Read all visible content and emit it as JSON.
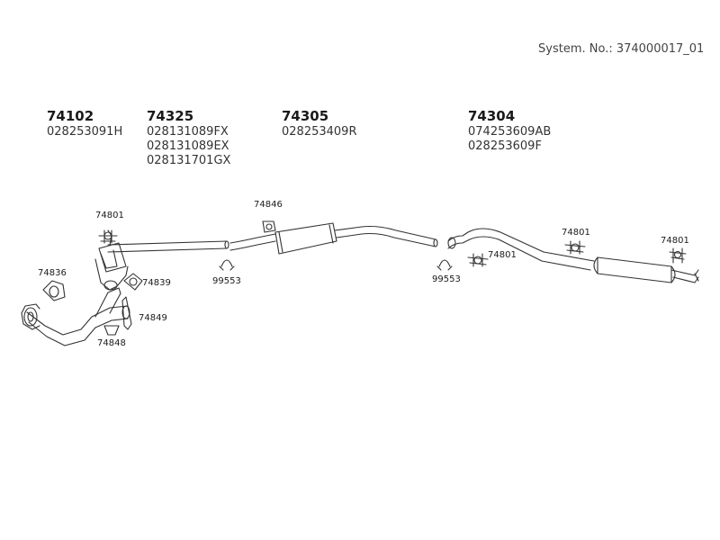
{
  "system_number": "System. No.: 374000017_01",
  "parts": [
    {
      "number": "74102",
      "refs": [
        "028253091H"
      ]
    },
    {
      "number": "74325",
      "refs": [
        "028131089FX",
        "028131089EX",
        "028131701GX"
      ]
    },
    {
      "number": "74305",
      "refs": [
        "028253409R"
      ]
    },
    {
      "number": "74304",
      "refs": [
        "074253609AB",
        "028253609F"
      ]
    }
  ],
  "labels": {
    "hanger_1": "74801",
    "hanger_2": "74801",
    "hanger_3": "74801",
    "hanger_4": "74801",
    "gasket_a": "74836",
    "ring_b": "74839",
    "bracket_c": "74849",
    "mount_d": "74848",
    "clamp_e": "74846",
    "clamp_1": "99553",
    "clamp_2": "99553"
  }
}
